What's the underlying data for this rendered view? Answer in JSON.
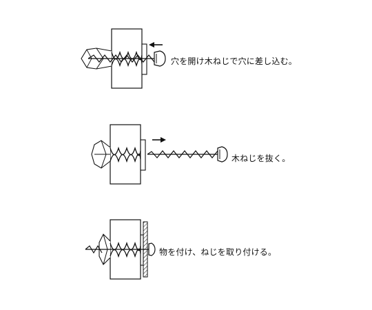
{
  "steps": [
    {
      "caption": "穴を開け木ねじで穴に差し込む。",
      "screw": "inserted",
      "arrow": "left"
    },
    {
      "caption": "木ねじを抜く。",
      "screw": "removed",
      "arrow": "right"
    },
    {
      "caption": "物を付け、ねじを取り付ける。",
      "screw": "fixed",
      "arrow": "none"
    }
  ],
  "colors": {
    "line": "#111111",
    "wall": "#ffffff",
    "background": "#ffffff"
  }
}
